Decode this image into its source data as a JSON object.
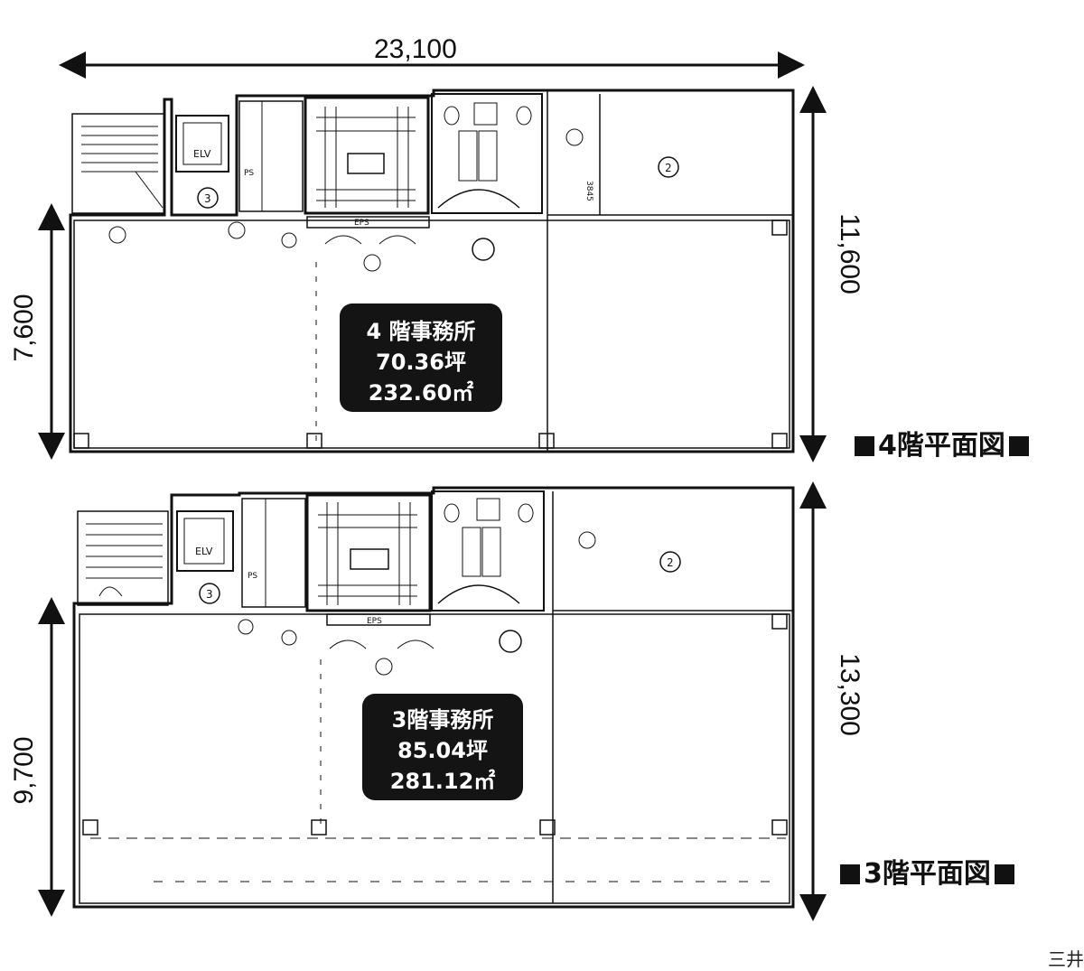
{
  "dimensions": {
    "top_width": "23,100",
    "floor4_depth_total": "11,600",
    "floor4_depth_office": "7,600",
    "floor3_depth_total": "13,300",
    "floor3_depth_office": "9,700"
  },
  "floor4": {
    "title": "4階平面図",
    "room_name": "4 階事務所",
    "tsubo": "70.36坪",
    "sqm": "232.60㎡",
    "elevator": "ELV",
    "eps": "EPS",
    "ps": "PS",
    "marker_2": "2",
    "marker_3": "3",
    "note_3845": "3845"
  },
  "floor3": {
    "title": "3階平面図",
    "room_name": "3階事務所",
    "tsubo": "85.04坪",
    "sqm": "281.12㎡",
    "elevator": "ELV",
    "eps": "EPS",
    "ps": "PS",
    "marker_2": "2",
    "marker_3": "3"
  },
  "corner_text": "三井"
}
